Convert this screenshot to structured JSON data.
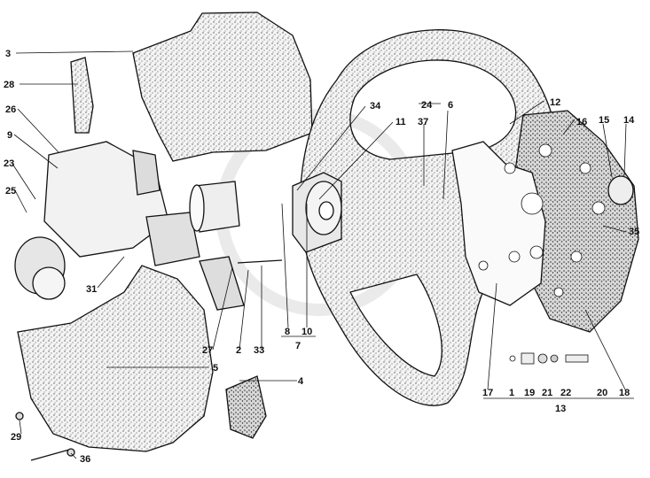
{
  "diagram": {
    "callouts": [
      "3",
      "28",
      "26",
      "9",
      "23",
      "25",
      "31",
      "27",
      "2",
      "33",
      "8",
      "10",
      "7",
      "34",
      "11",
      "24",
      "37",
      "6",
      "12",
      "16",
      "15",
      "14",
      "35",
      "17",
      "1",
      "19",
      "21",
      "22",
      "20",
      "18",
      "13",
      "5",
      "4",
      "29",
      "36"
    ]
  }
}
